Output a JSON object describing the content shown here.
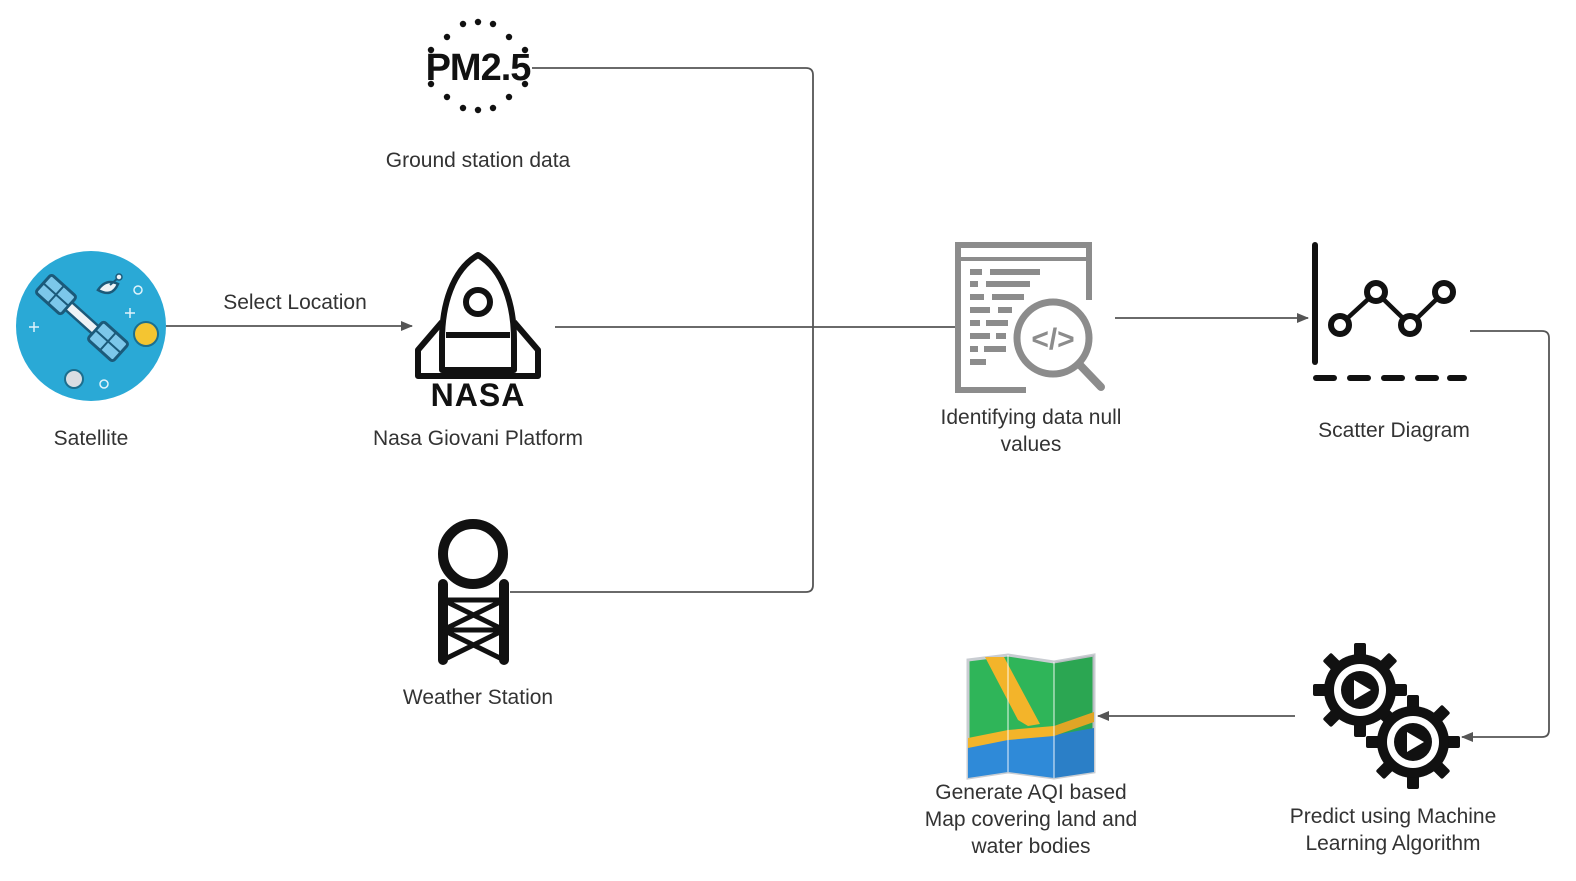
{
  "colors": {
    "connector": "#555555",
    "label_text": "#333333",
    "icon_black": "#111111",
    "satellite_bg": "#2aa9d6",
    "satellite_sun": "#f4c531",
    "query_gray": "#8c8c8c",
    "map_green": "#2fb559",
    "map_blue": "#2f8ad8",
    "map_road": "#f3b42a"
  },
  "nodes": {
    "satellite": {
      "label": "Satellite",
      "icon": "satellite-icon"
    },
    "nasa": {
      "label": "Nasa Giovani Platform",
      "icon": "nasa-rocket-icon",
      "logo_text": "NASA"
    },
    "ground_station": {
      "label": "Ground station data",
      "icon": "pm25-icon",
      "icon_text": "PM2.5"
    },
    "weather_station": {
      "label": "Weather Station",
      "icon": "weather-tower-icon"
    },
    "identify_null": {
      "label_line1": "Identifying data null",
      "label_line2": "values",
      "icon": "code-review-icon",
      "icon_text": "</>"
    },
    "scatter": {
      "label": "Scatter Diagram",
      "icon": "line-chart-icon"
    },
    "predict": {
      "label_line1": "Predict using Machine",
      "label_line2": "Learning Algorithm",
      "icon": "gears-play-icon"
    },
    "generate_map": {
      "label_line1": "Generate AQI based",
      "label_line2": "Map covering land and",
      "label_line3": "water bodies",
      "icon": "folded-map-icon"
    }
  },
  "edges": [
    {
      "from": "satellite",
      "to": "nasa",
      "label": "Select Location"
    },
    {
      "from": "ground_station",
      "to": "identify_null"
    },
    {
      "from": "nasa",
      "to": "identify_null"
    },
    {
      "from": "weather_station",
      "to": "identify_null"
    },
    {
      "from": "identify_null",
      "to": "scatter"
    },
    {
      "from": "scatter",
      "to": "predict"
    },
    {
      "from": "predict",
      "to": "generate_map"
    }
  ]
}
